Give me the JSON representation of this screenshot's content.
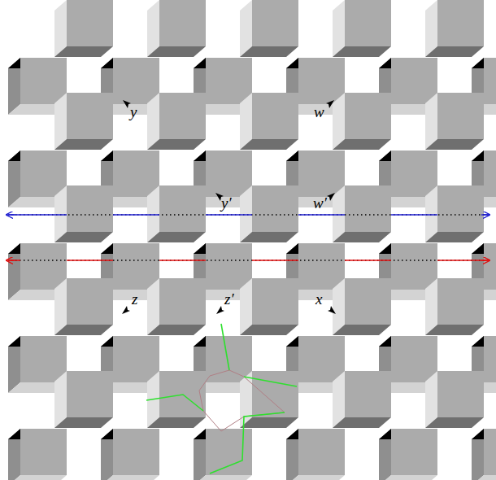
{
  "diagram": {
    "labels": [
      "y",
      "w",
      "y′",
      "w′",
      "z",
      "z′",
      "x"
    ]
  }
}
